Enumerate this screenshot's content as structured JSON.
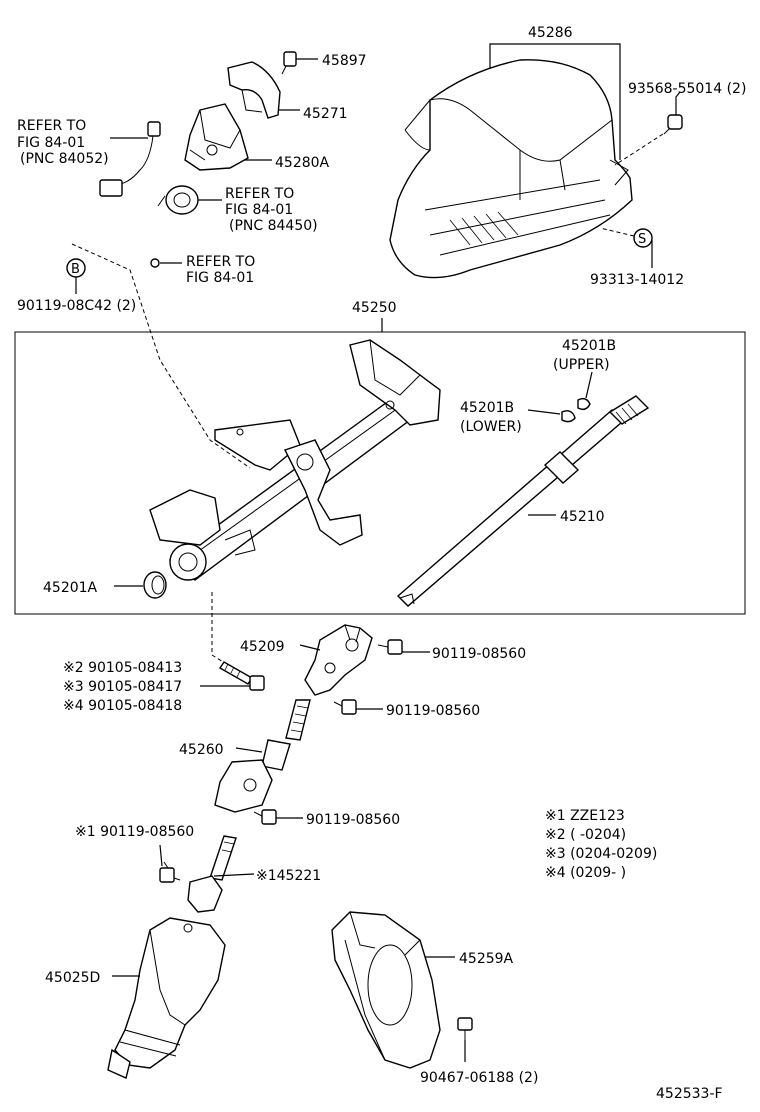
{
  "labels": {
    "p45286": "45286",
    "p45897": "45897",
    "p45271": "45271",
    "p45280a": "45280A",
    "refer1_l1": "REFER TO",
    "refer1_l2": "FIG 84-01",
    "refer1_l3": "(PNC 84052)",
    "refer2_l1": "REFER TO",
    "refer2_l2": "FIG 84-01",
    "refer2_l3": "(PNC 84450)",
    "refer3_l1": "REFER TO",
    "refer3_l2": "FIG 84-01",
    "b_symbol": "B",
    "p90119_08c42": "90119-08C42 (2)",
    "p93568": "93568-55014 (2)",
    "s_symbol": "S",
    "p93313": "93313-14012",
    "p45250": "45250",
    "p45201b_upper_l1": "45201B",
    "p45201b_upper_l2": "(UPPER)",
    "p45201b_lower_l1": "45201B",
    "p45201b_lower_l2": "(LOWER)",
    "p45210": "45210",
    "p45201a": "45201A",
    "p45209": "45209",
    "bolt1": "90119-08560",
    "bolt2": "90119-08560",
    "bolt3": "90119-08560",
    "alt2": "※2 90105-08413",
    "alt3": "※3 90105-08417",
    "alt4": "※4 90105-08418",
    "p45260": "45260",
    "alt1_bolt": "※1 90119-08560",
    "p145221": "※145221",
    "note1": "※1 ZZE123",
    "note2": "※2 (      -0204)",
    "note3": "※3 (0204-0209)",
    "note4": "※4 (0209-      )",
    "p45025d": "45025D",
    "p45259a": "45259A",
    "p90467": "90467-06188 (2)",
    "figure_id": "452533-F"
  }
}
